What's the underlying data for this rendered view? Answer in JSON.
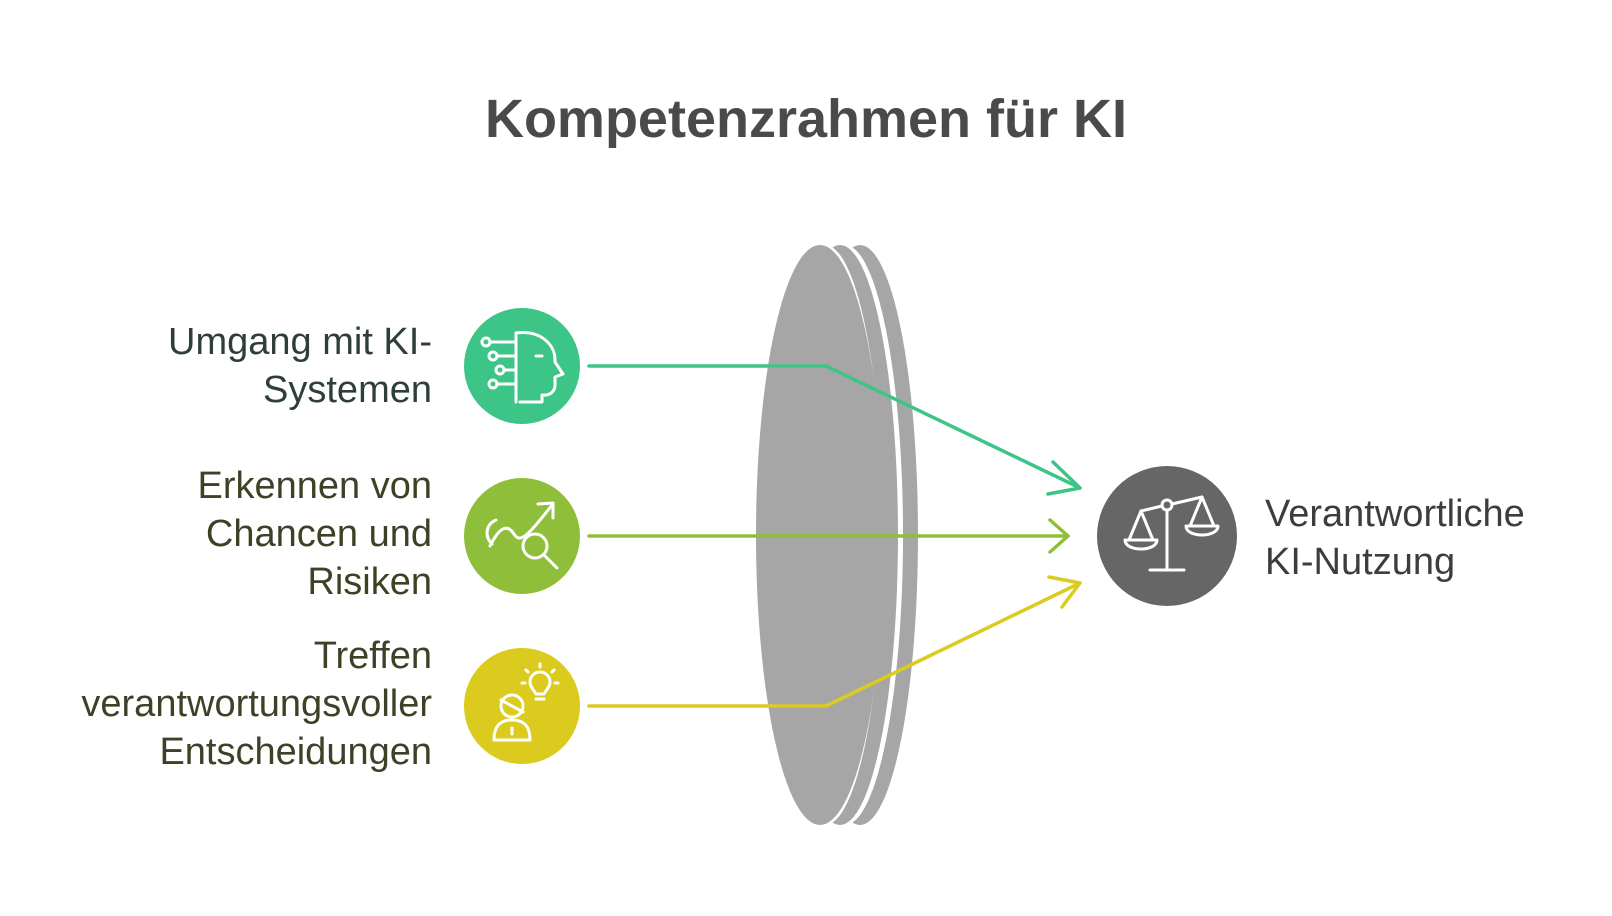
{
  "title": "Kompetenzrahmen für KI",
  "inputs": [
    {
      "lines": [
        "Umgang mit KI-",
        "Systemen"
      ],
      "icon": "ai-head-circuit-icon",
      "color": "#3cc587"
    },
    {
      "lines": [
        "Erkennen von",
        "Chancen und",
        "Risiken"
      ],
      "icon": "trend-magnifier-icon",
      "color": "#8fbf3a"
    },
    {
      "lines": [
        "Treffen",
        "verantwortungsvoller",
        "Entscheidungen"
      ],
      "icon": "person-idea-icon",
      "color": "#dccb1f"
    }
  ],
  "result": {
    "lines": [
      "Verantwortliche",
      "KI-Nutzung"
    ],
    "icon": "balance-scale-icon",
    "color": "#666666"
  },
  "lens_color": "#a6a6a6"
}
